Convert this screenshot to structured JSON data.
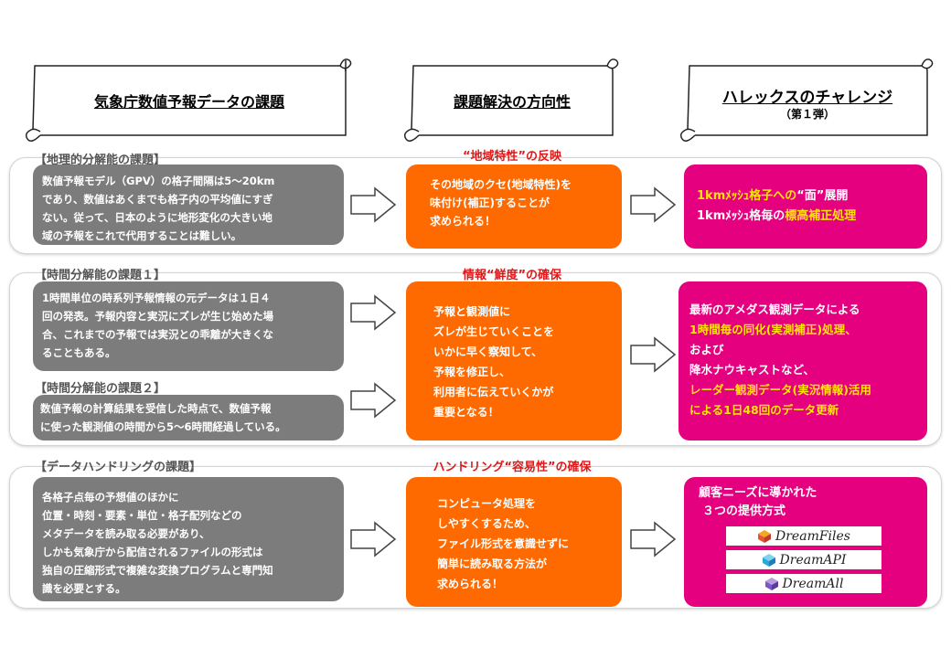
{
  "headers": {
    "col1": "気象庁数値予報データの課題",
    "col2": "課題解決の方向性",
    "col3": "ハレックスのチャレンジ",
    "col3_sub": "（第１弾）"
  },
  "row1": {
    "label": "【地理的分解能の課題】",
    "direction": "“地域特性”の反映",
    "problem": "数値予報モデル（GPV）の格子間隔は5～20km\nであり、数値はあくまでも格子内の平均値にすぎ\nない。従って、日本のように地形変化の大きい地\n域の予報をこれで代用することは難しい。",
    "solution": "その地域のクセ(地域特性)を\n味付け(補正)することが\n求められる！",
    "challenge_line1_a": "1kmﾒｯｼｭ格子への",
    "challenge_line1_b": "“面”展開",
    "challenge_line2_a": "1kmﾒｯｼｭ格毎の",
    "challenge_line2_b": "標高補正処理"
  },
  "row2": {
    "label1": "【時間分解能の課題１】",
    "label2": "【時間分解能の課題２】",
    "direction": "情報“鮮度”の確保",
    "problem1": "1時間単位の時系列予報情報の元データは１日４\n回の発表。予報内容と実況にズレが生じ始めた場\n合、これまでの予報では実況との乖離が大きくな\nることもある。",
    "problem2": "数値予報の計算結果を受信した時点で、数値予報\nに使った観測値の時間から5～6時間経過している。",
    "solution": "予報と観測値に\nズレが生じていくことを\nいかに早く察知して、\n予報を修正し、\n利用者に伝えていくかが\n重要となる！",
    "challenge_1": "最新のアメダス観測データによる",
    "challenge_2": "1時間毎の同化(実測補正)処理、",
    "challenge_3": "および",
    "challenge_4": "降水ナウキャストなど、",
    "challenge_5": "レーダー観測データ(実況情報)活用",
    "challenge_6": "による1日48回のデータ更新"
  },
  "row3": {
    "label": "【データハンドリングの課題】",
    "direction": "ハンドリング“容易性”の確保",
    "problem": "各格子点毎の予想値のほかに\n位置・時刻・要素・単位・格子配列などの\nメタデータを読み取る必要があり、\nしかも気象庁から配信されるファイルの形式は\n独自の圧縮形式で複雑な変換プログラムと専門知\n識を必要とする。",
    "solution": "コンピュータ処理を\nしやすくするため、\nファイル形式を意識せずに\n簡単に読み取る方法が\n求められる！",
    "challenge_1": "顧客ニーズに導かれた",
    "challenge_2": "３つの提供方式",
    "products": [
      "DreamFiles",
      "DreamAPI",
      "DreamAll"
    ]
  },
  "colors": {
    "gray": "#7c7c7c",
    "orange": "#ff6a00",
    "pink": "#e4007f",
    "red_text": "#e01818",
    "yellow_text": "#ffe600"
  }
}
